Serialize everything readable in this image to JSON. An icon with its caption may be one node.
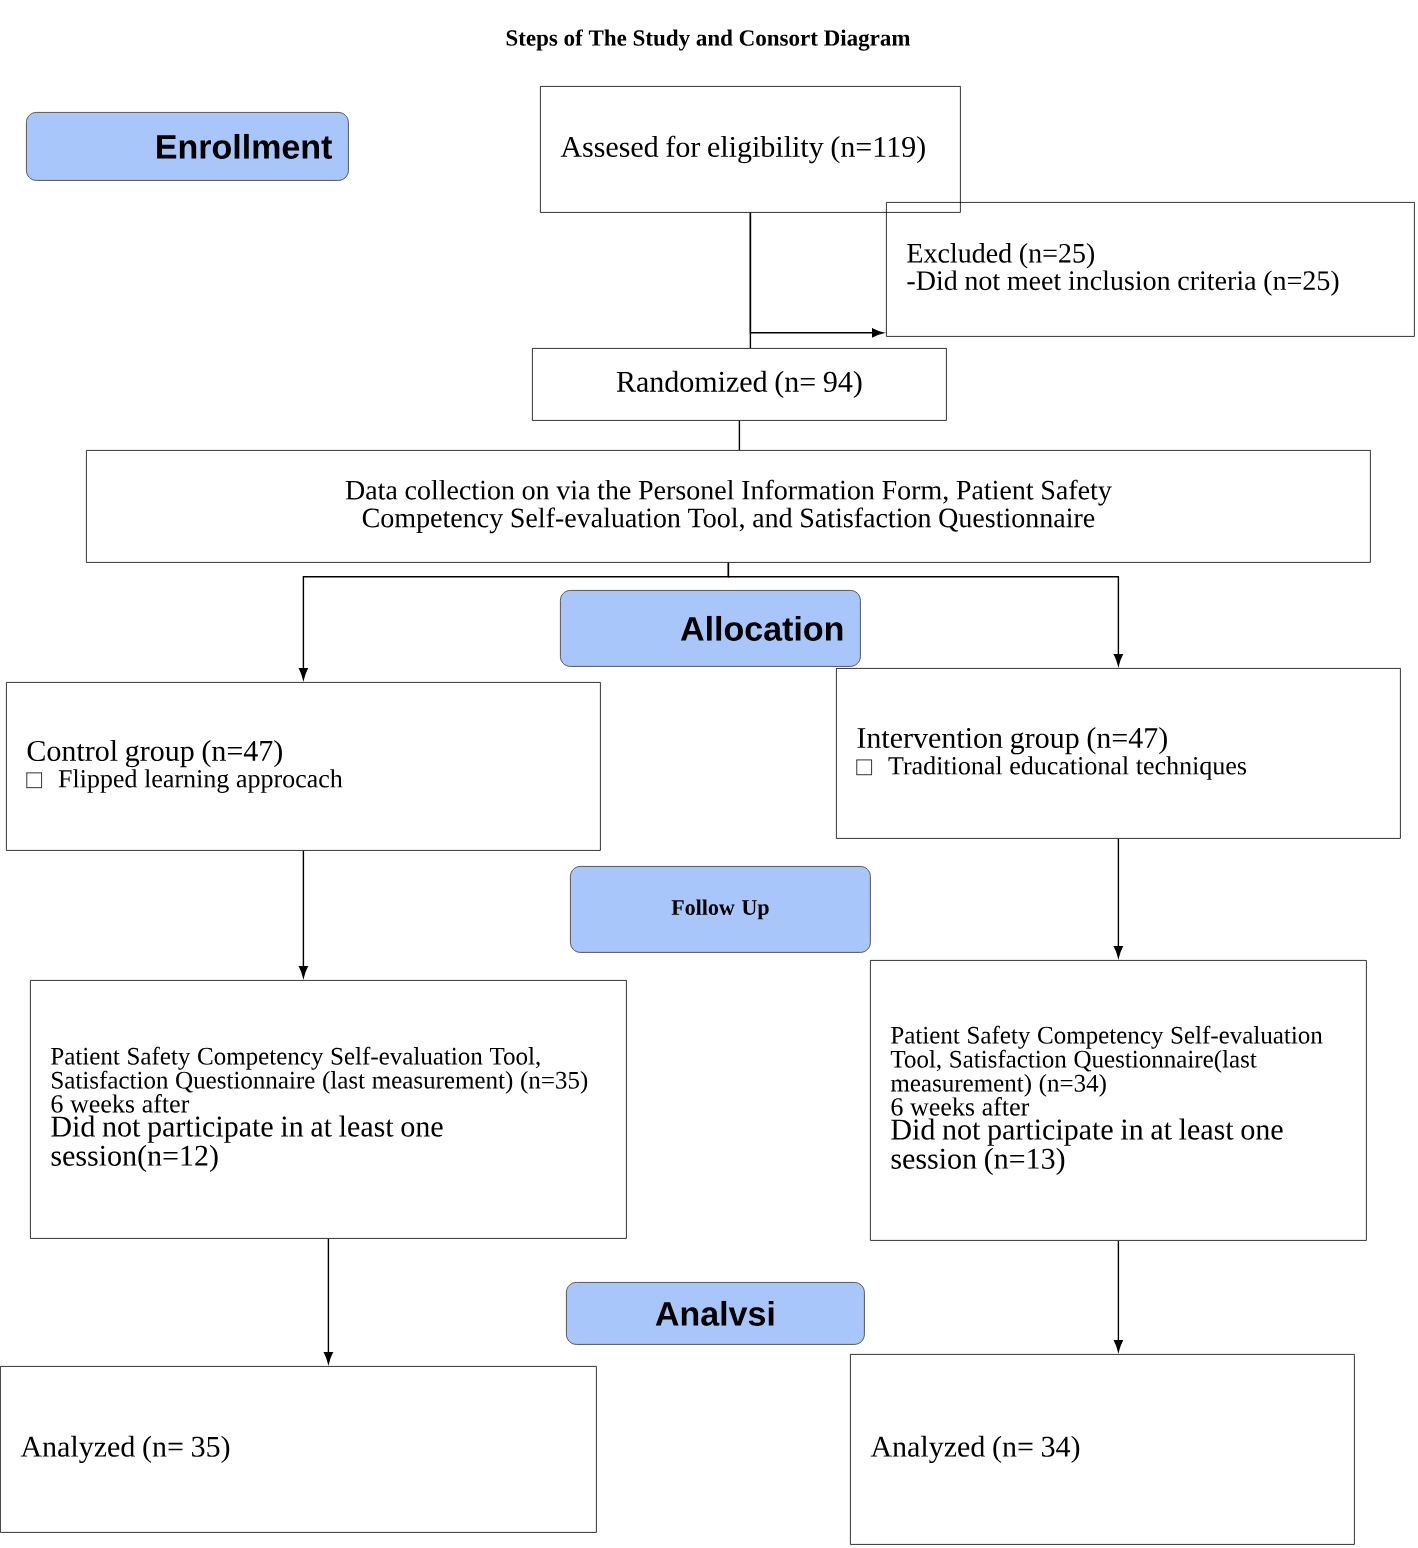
{
  "diagram": {
    "title": "Steps of The Study and Consort Diagram",
    "nodes": [
      {
        "text": [
          "Enrollment"
        ]
      },
      {
        "text": [
          "Assesed for eligibility (n=119)"
        ]
      },
      {
        "text": [
          "Excluded (n=25)",
          "-Did not meet inclusion criteria (n=25)"
        ]
      },
      {
        "text": [
          "Randomized (n= 94)"
        ]
      },
      {
        "text": [
          "Data collection on via the Personel Information Form, Patient Safety Competency Self-evaluation Tool, and Satisfaction Questionnaire"
        ]
      },
      {
        "text": [
          "Allocation"
        ]
      },
      {
        "text": [
          "Control group (n=47)",
          "Flipped learning approcach"
        ]
      },
      {
        "text": [
          "Intervention group (n=47)",
          "Traditional educational techniques"
        ]
      },
      {
        "text": [
          "Follow Up"
        ]
      },
      {
        "text": [
          "Patient Safety Competency Self-evaluation Tool, Satisfaction Questionnaire (last measurement) (n=35)",
          "6 weeks after",
          "Did not participate in at least one session(n=12)"
        ]
      },
      {
        "text": [
          "Patient Safety Competency Self-evaluation Tool, Satisfaction Questionnaire(last measurement) (n=34)",
          "6 weeks after",
          "Did not participate in at least one session (n=13)"
        ]
      },
      {
        "text": [
          "Analvsi"
        ]
      },
      {
        "text": [
          "Analyzed (n= 35)"
        ]
      },
      {
        "text": [
          "Analyzed (n= 34)"
        ]
      }
    ],
    "edges": [
      {
        "from": 1,
        "to": 3,
        "arrow": "none"
      },
      {
        "from": 1,
        "to": 2,
        "arrow": "to"
      },
      {
        "from": 3,
        "to": 4,
        "arrow": "none"
      },
      {
        "from": 4,
        "to": 6,
        "arrow": "to"
      },
      {
        "from": 4,
        "to": 7,
        "arrow": "to"
      },
      {
        "from": 6,
        "to": 9,
        "arrow": "to"
      },
      {
        "from": 7,
        "to": 10,
        "arrow": "to"
      },
      {
        "from": 9,
        "to": 12,
        "arrow": "to"
      },
      {
        "from": 10,
        "to": 13,
        "arrow": "to"
      }
    ]
  }
}
